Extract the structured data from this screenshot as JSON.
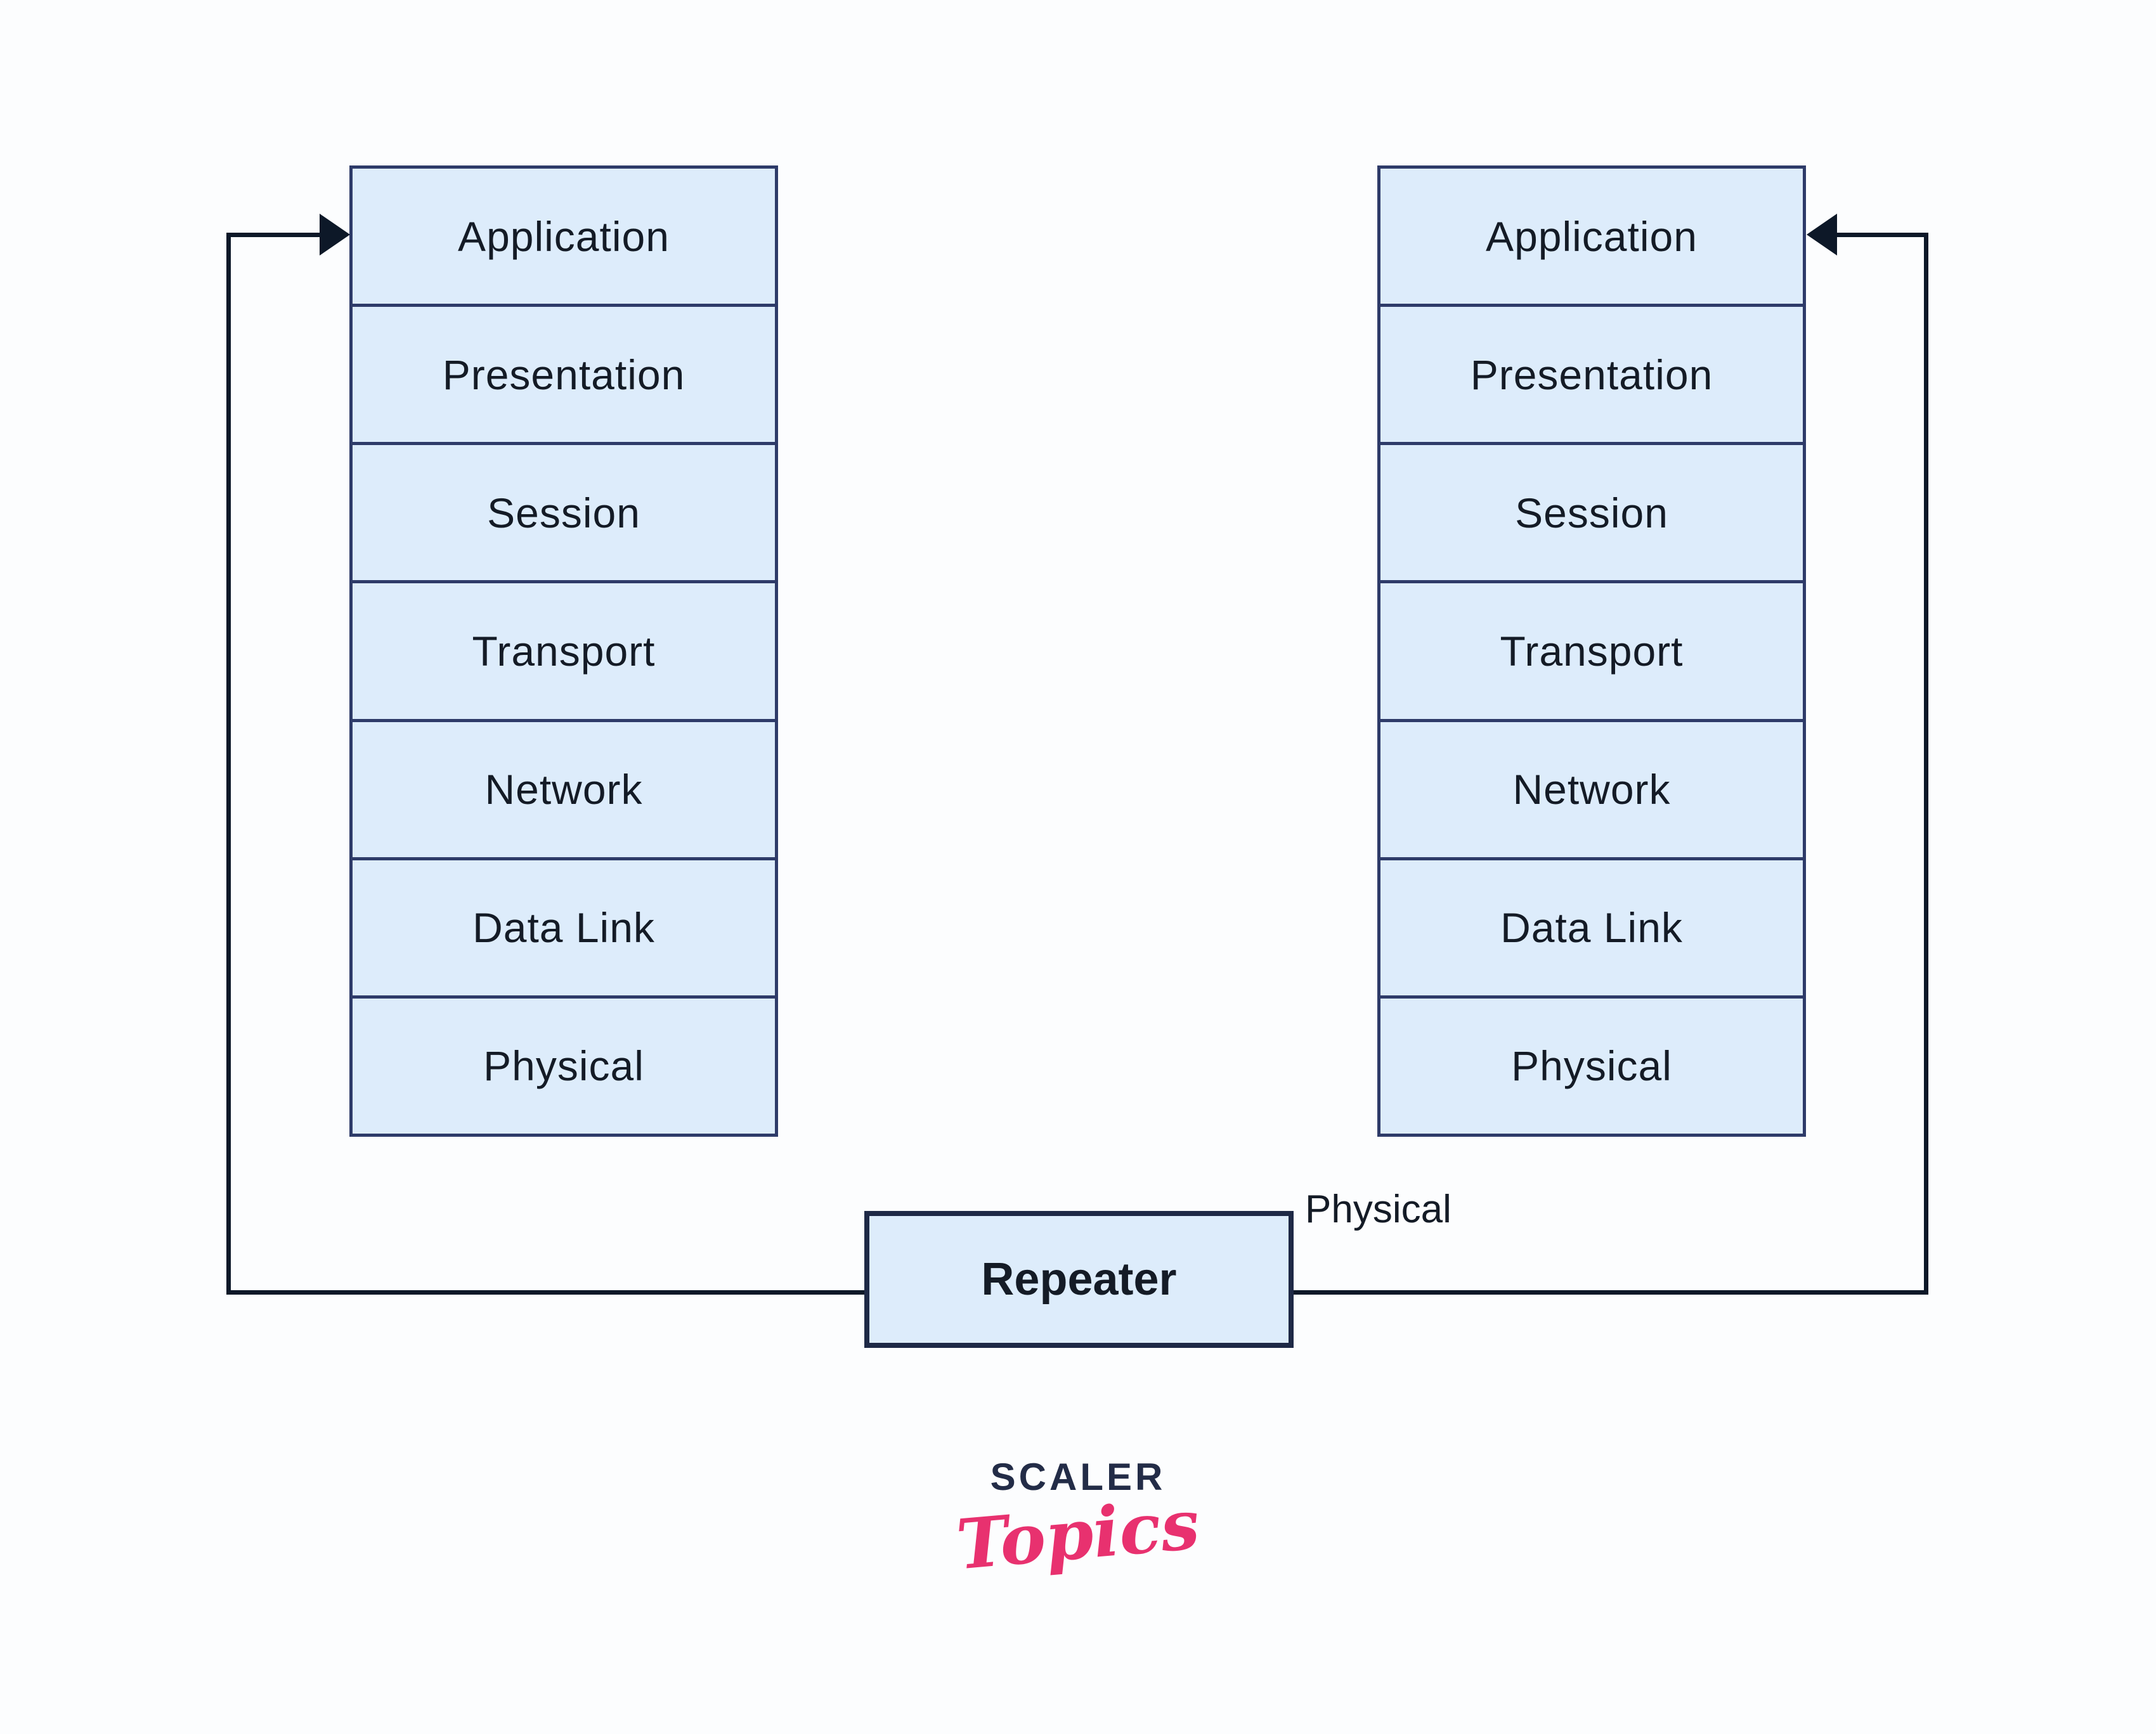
{
  "diagram": {
    "description": "Two OSI seven-layer stacks connected through a repeater at the physical layer",
    "layers": [
      "Application",
      "Presentation",
      "Session",
      "Transport",
      "Network",
      "Data Link",
      "Physical"
    ],
    "repeater_label": "Repeater",
    "link_label": "Physical"
  },
  "logo": {
    "brand": "SCALER",
    "product": "Topics"
  },
  "colors": {
    "background": "#fcfdfe",
    "box_fill": "#ddecfb",
    "box_border": "#2e3b69",
    "repeater_border": "#1e2946",
    "line": "#0d1828",
    "text": "#141b26",
    "logo_navy": "#232c47",
    "logo_pink": "#e8316f"
  }
}
